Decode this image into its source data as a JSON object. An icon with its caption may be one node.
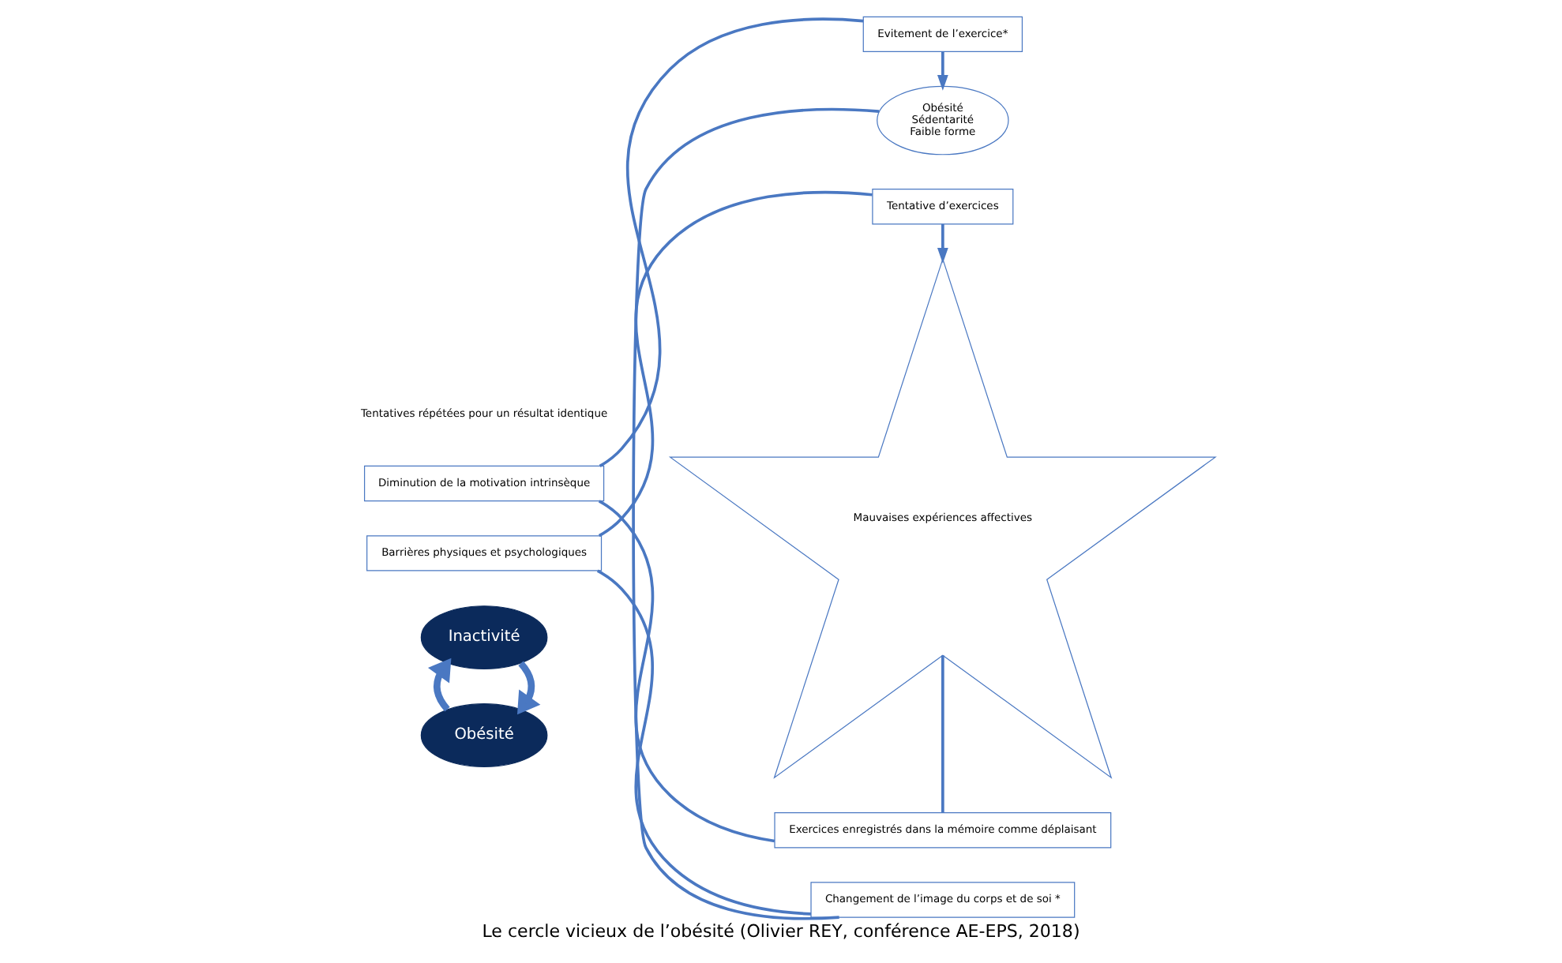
{
  "diagram": {
    "caption": "Le cercle vicieux de l’obésité (Olivier REY, conférence AE-EPS, 2018)",
    "nodes": [
      {
        "text": [
          "Inactivité"
        ]
      },
      {
        "text": [
          "Obésité"
        ]
      },
      {
        "text": [
          "Mauvaises expériences affectives"
        ]
      },
      {
        "text": [
          "Exercices enregistrés dans la mémoire comme déplaisant"
        ]
      },
      {
        "text": [
          "Diminution de la motivation intrinsèque"
        ]
      },
      {
        "text": [
          "Evitement de l’exercice*"
        ]
      },
      {
        "text": [
          "Obésité",
          "Sédentarité",
          "Faible forme"
        ]
      },
      {
        "text": [
          "Changement de l’image du corps et de soi *"
        ]
      },
      {
        "text": [
          "Barrières physiques et psychologiques"
        ]
      },
      {
        "text": [
          "Tentative d’exercices"
        ]
      }
    ],
    "edges": [
      {
        "from": 0,
        "to": 1,
        "arrow": "to",
        "style": "thick"
      },
      {
        "from": 1,
        "to": 0,
        "arrow": "to",
        "style": "thick"
      },
      {
        "from": 9,
        "to": 2,
        "arrow": "to"
      },
      {
        "from": 2,
        "to": 3,
        "arrow": "none"
      },
      {
        "from": 3,
        "to": 4,
        "arrow": "none"
      },
      {
        "from": 4,
        "to": 5,
        "arrow": "none"
      },
      {
        "from": 5,
        "to": 6,
        "arrow": "to"
      },
      {
        "from": 6,
        "to": 7,
        "arrow": "none"
      },
      {
        "from": 7,
        "to": 8,
        "arrow": "none"
      },
      {
        "from": 8,
        "to": 9,
        "arrow": "none"
      }
    ],
    "labels": [
      "Tentatives répétées pour un résultat identique"
    ]
  }
}
